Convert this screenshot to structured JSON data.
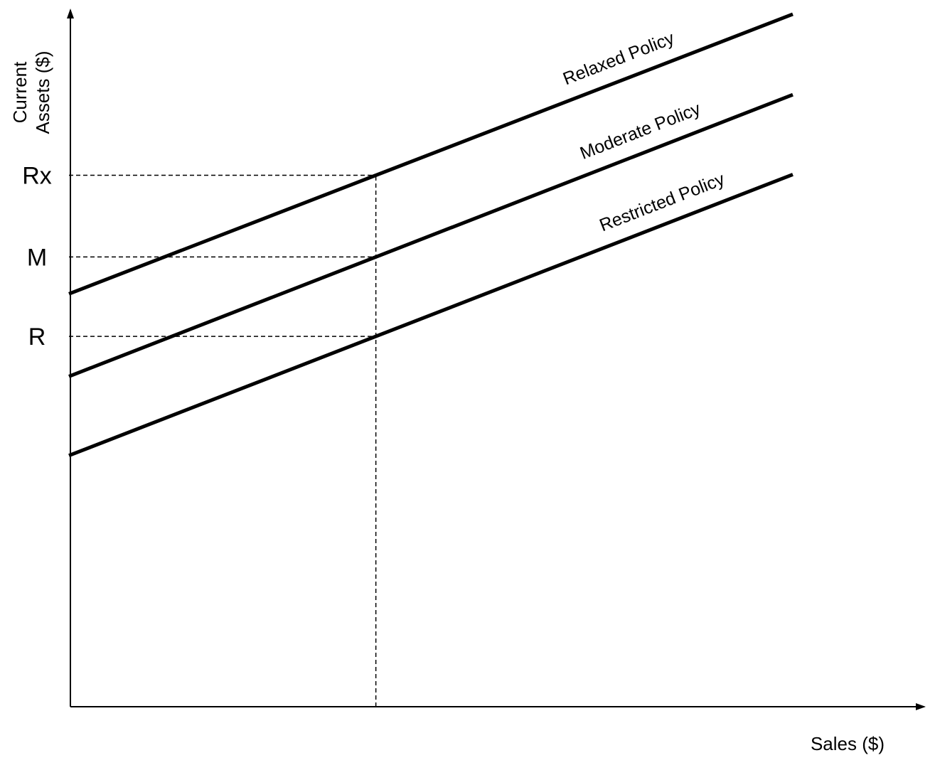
{
  "chart_data": {
    "type": "line",
    "title": "",
    "xlabel": "Sales ($)",
    "ylabel_lines": [
      "Current",
      "Assets ($)"
    ],
    "y_tick_labels": [
      "Rx",
      "M",
      "R"
    ],
    "series": [
      {
        "name": "Relaxed Policy",
        "x": [
          0,
          1
        ],
        "y": [
          0.595,
          0.998
        ]
      },
      {
        "name": "Moderate Policy",
        "x": [
          0,
          1
        ],
        "y": [
          0.476,
          0.882
        ]
      },
      {
        "name": "Restricted Policy",
        "x": [
          0,
          1
        ],
        "y": [
          0.362,
          0.767
        ]
      }
    ],
    "reference_x": 0.424,
    "xlim": [
      0,
      1
    ],
    "ylim": [
      0,
      1
    ],
    "grid": false,
    "legend": "none",
    "line_color": "#000000"
  }
}
